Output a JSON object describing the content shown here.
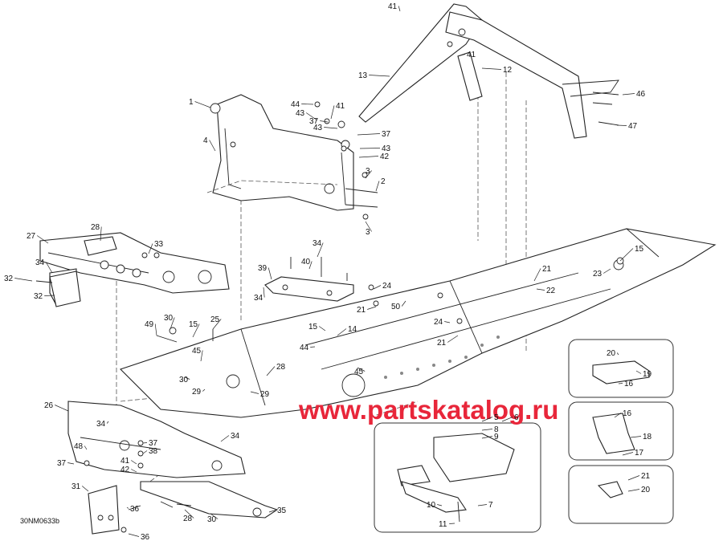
{
  "diagram": {
    "watermark": "www.partskatalog.ru",
    "code": "30NM0633b",
    "callouts": [
      {
        "id": "c41a",
        "text": "41"
      },
      {
        "id": "c13",
        "text": "13"
      },
      {
        "id": "c41b",
        "text": "41"
      },
      {
        "id": "c12",
        "text": "12"
      },
      {
        "id": "c46",
        "text": "46"
      },
      {
        "id": "c47",
        "text": "47"
      },
      {
        "id": "c1",
        "text": "1"
      },
      {
        "id": "c44a",
        "text": "44"
      },
      {
        "id": "c41c",
        "text": "41"
      },
      {
        "id": "c43a",
        "text": "43"
      },
      {
        "id": "c37a",
        "text": "37"
      },
      {
        "id": "c43b",
        "text": "43"
      },
      {
        "id": "c37b",
        "text": "37"
      },
      {
        "id": "c43c",
        "text": "43"
      },
      {
        "id": "c42a",
        "text": "42"
      },
      {
        "id": "c4",
        "text": "4"
      },
      {
        "id": "c3a",
        "text": "3"
      },
      {
        "id": "c2",
        "text": "2"
      },
      {
        "id": "c3b",
        "text": "3"
      },
      {
        "id": "c28a",
        "text": "28"
      },
      {
        "id": "c27",
        "text": "27"
      },
      {
        "id": "c33",
        "text": "33"
      },
      {
        "id": "c34a",
        "text": "34"
      },
      {
        "id": "c32a",
        "text": "32"
      },
      {
        "id": "c32b",
        "text": "32"
      },
      {
        "id": "c34b",
        "text": "34"
      },
      {
        "id": "c40",
        "text": "40"
      },
      {
        "id": "c39",
        "text": "39"
      },
      {
        "id": "c34c",
        "text": "34"
      },
      {
        "id": "c15a",
        "text": "15"
      },
      {
        "id": "c23",
        "text": "23"
      },
      {
        "id": "c21a",
        "text": "21"
      },
      {
        "id": "c22",
        "text": "22"
      },
      {
        "id": "c24a",
        "text": "24"
      },
      {
        "id": "c21b",
        "text": "21"
      },
      {
        "id": "c50",
        "text": "50"
      },
      {
        "id": "c30a",
        "text": "30"
      },
      {
        "id": "c49",
        "text": "49"
      },
      {
        "id": "c15b",
        "text": "15"
      },
      {
        "id": "c25",
        "text": "25"
      },
      {
        "id": "c15c",
        "text": "15"
      },
      {
        "id": "c14",
        "text": "14"
      },
      {
        "id": "c24b",
        "text": "24"
      },
      {
        "id": "c44b",
        "text": "44"
      },
      {
        "id": "c21c",
        "text": "21"
      },
      {
        "id": "c45a",
        "text": "45"
      },
      {
        "id": "c45b",
        "text": "45"
      },
      {
        "id": "c30b",
        "text": "30"
      },
      {
        "id": "c29a",
        "text": "29"
      },
      {
        "id": "c28b",
        "text": "28"
      },
      {
        "id": "c29b",
        "text": "29"
      },
      {
        "id": "c26",
        "text": "26"
      },
      {
        "id": "c34d",
        "text": "34"
      },
      {
        "id": "c34e",
        "text": "34"
      },
      {
        "id": "c48",
        "text": "48"
      },
      {
        "id": "c37c",
        "text": "37"
      },
      {
        "id": "c38",
        "text": "38"
      },
      {
        "id": "c37d",
        "text": "37"
      },
      {
        "id": "c41d",
        "text": "41"
      },
      {
        "id": "c42b",
        "text": "42"
      },
      {
        "id": "c31",
        "text": "31"
      },
      {
        "id": "c36a",
        "text": "36"
      },
      {
        "id": "c28c",
        "text": "28"
      },
      {
        "id": "c30c",
        "text": "30"
      },
      {
        "id": "c35",
        "text": "35"
      },
      {
        "id": "c36b",
        "text": "36"
      },
      {
        "id": "c5",
        "text": "5"
      },
      {
        "id": "c6",
        "text": "6"
      },
      {
        "id": "c8",
        "text": "8"
      },
      {
        "id": "c9",
        "text": "9"
      },
      {
        "id": "c10",
        "text": "10"
      },
      {
        "id": "c7",
        "text": "7"
      },
      {
        "id": "c11",
        "text": "11"
      },
      {
        "id": "c20a",
        "text": "20"
      },
      {
        "id": "c19",
        "text": "19"
      },
      {
        "id": "c16a",
        "text": "16"
      },
      {
        "id": "c16b",
        "text": "16"
      },
      {
        "id": "c18",
        "text": "18"
      },
      {
        "id": "c17",
        "text": "17"
      },
      {
        "id": "c21d",
        "text": "21"
      },
      {
        "id": "c20b",
        "text": "20"
      }
    ]
  }
}
